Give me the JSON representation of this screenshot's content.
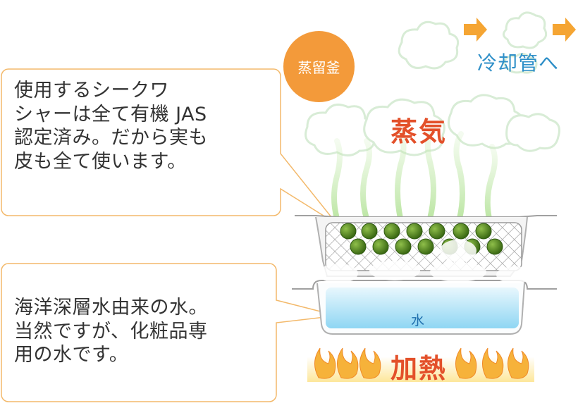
{
  "callouts": {
    "top": "使用するシークワ\nシャーは全て有機 JAS\n認定済み。だから実も\n皮も全て使います。",
    "bottom": "海洋深層水由来の水。\n当然ですが、化粧品専\n用の水です。"
  },
  "labels": {
    "still": "蒸留釜",
    "to_condenser": "冷却管へ",
    "steam": "蒸気",
    "water": "水",
    "heat": "加熱"
  },
  "colors": {
    "callout_border": "#f3b96b",
    "badge": "#f39a3a",
    "steam_text": "#e3502a",
    "direction_text": "#2e8fc8",
    "arrow": "#f5a533",
    "fruit": "#4a7a1c"
  },
  "icons": [
    "cloud-icon",
    "arrow-right-icon",
    "flame-icon",
    "fruit-icon"
  ]
}
